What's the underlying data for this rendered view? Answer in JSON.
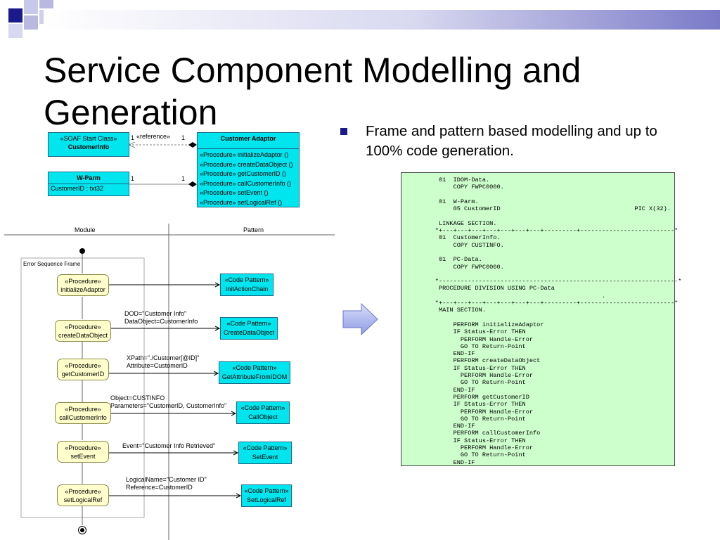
{
  "slide": {
    "title": "Service Component Modelling and Generation",
    "bullet": "Frame and pattern based modelling and up to 100% code generation."
  },
  "class_diagram": {
    "soaf_stereotype": "«SOAF Start Class»",
    "soaf_name": "CustomerInfo",
    "reference_label": "«reference»",
    "mult_left_1": "1",
    "mult_right_1": "1",
    "mult_left_2": "1",
    "mult_right_2": "1",
    "wparm_name": "W-Parm",
    "wparm_attr": "CustomerID : txt32",
    "adaptor_name": "Customer Adaptor",
    "adaptor_ops": [
      "«Procedure»  initializeAdaptor ()",
      "«Procedure»  createDataObject ()",
      "«Procedure»  getCustomerID ()",
      "«Procedure»  callCustomerInfo ()",
      "«Procedure»  setEvent ()",
      "«Procedure»  setLogicalRef ()"
    ]
  },
  "activity": {
    "lane_module": "Module",
    "lane_pattern": "Pattern",
    "frame_label": "Error Sequence Frame",
    "steps": [
      {
        "stereo": "«Procedure»",
        "name": "initializeAdaptor",
        "cp_stereo": "«Code Pattern»",
        "cp_name": "InitActionChain",
        "note1": "",
        "note2": ""
      },
      {
        "stereo": "«Procedure»",
        "name": "createDataObject",
        "cp_stereo": "«Code Pattern»",
        "cp_name": "CreateDataObject",
        "note1": "DOD=\"Customer Info\"",
        "note2": "DataObject=CustomerInfo"
      },
      {
        "stereo": "«Procedure»",
        "name": "getCustomerID",
        "cp_stereo": "«Code Pattern»",
        "cp_name": "GetAttributeFromIDOM",
        "note1": "XPath=\"./Customer[@ID]\"",
        "note2": "Attribute=CustomerID"
      },
      {
        "stereo": "«Procedure»",
        "name": "callCustomerInfo",
        "cp_stereo": "«Code Pattern»",
        "cp_name": "CallObject",
        "note1": "Object=CUSTINFO",
        "note2": "Parameters=\"CustomerID, CustomerInfo\""
      },
      {
        "stereo": "«Procedure»",
        "name": "setEvent",
        "cp_stereo": "«Code Pattern»",
        "cp_name": "SetEvent",
        "note1": "Event=\"Customer Info Retrieved\"",
        "note2": ""
      },
      {
        "stereo": "«Procedure»",
        "name": "setLogicalRef",
        "cp_stereo": "«Code Pattern»",
        "cp_name": "SetLogicalRef",
        "note1": "LogicalName=\"Customer ID\"",
        "note2": "Reference=CustomerID"
      }
    ]
  },
  "code_listing": "      01  IDOM-Data.\n          COPY FWPC0000.\n\n      01  W-Parm.\n          05 CustomerID                                     PIC X(32).\n\n      LINKAGE SECTION.\n     *+---+---+---+---+---+---+---+---------+--------------------------*\n      01  CustomerInfo.\n          COPY CUSTINFO.\n\n      01  PC-Data.\n          COPY FWPC0000.\n\n     *------------------------------------------------------------------*\n      PROCEDURE DIVISION USING PC-Data\n                                                   .\n     *+---+---+---+---+---+---+---+---------+--------------------------*\n      MAIN SECTION.\n\n          PERFORM initializeAdaptor\n          IF Status-Error THEN\n            PERFORM Handle-Error\n            GO TO Return-Point\n          END-IF\n          PERFORM createDataObject\n          IF Status-Error THEN\n            PERFORM Handle-Error\n            GO TO Return-Point\n          END-IF\n          PERFORM getCustomerID\n          IF Status-Error THEN\n            PERFORM Handle-Error\n            GO TO Return-Point\n          END-IF\n          PERFORM callCustomerInfo\n          IF Status-Error THEN\n            PERFORM Handle-Error\n            GO TO Return-Point\n          END-IF",
  "colors": {
    "accent_dark": "#1a1a8c",
    "accent_light": "#b8b8e0",
    "uml_cyan": "#00e5ee",
    "procedure_yellow": "#ffffcc",
    "code_green": "#ccffcc",
    "arrow_blue": "#aab4ee"
  }
}
